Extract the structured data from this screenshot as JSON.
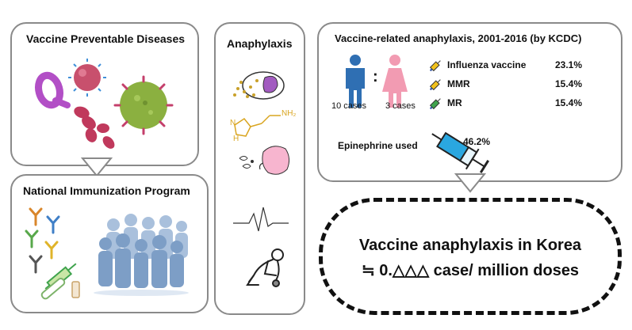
{
  "panels": {
    "vpd": {
      "title": "Vaccine Preventable Diseases"
    },
    "nip": {
      "title": "National Immunization Program"
    },
    "anaphylaxis": {
      "title": "Anaphylaxis"
    },
    "kcdc": {
      "title": "Vaccine-related anaphylaxis, 2001-2016 (by KCDC)",
      "male_cases": "10 cases",
      "female_cases": "3 cases",
      "separator": ":",
      "vaccines": [
        {
          "name": "Influenza vaccine",
          "pct": "23.1%",
          "color": "#f2c21b"
        },
        {
          "name": "MMR",
          "pct": "15.4%",
          "color": "#f2c21b"
        },
        {
          "name": "MR",
          "pct": "15.4%",
          "color": "#3fa34d"
        }
      ],
      "epinephrine_label": "Epinephrine used",
      "epinephrine_pct": "46.2%"
    }
  },
  "conclusion": {
    "line1": "Vaccine anaphylaxis in Korea",
    "line2": "≒ 0.△△△ case/ million doses"
  },
  "histamine_label": "NH₂",
  "histamine_h": "H",
  "histamine_n": "N",
  "colors": {
    "male": "#2f6fb3",
    "female": "#f29bb2",
    "virus_purple": "#b24fc6",
    "bacteria": "#c0395c",
    "green_virus": "#7fa33c",
    "syringe_blue": "#2aa7e0",
    "people": "#9fb8d8"
  }
}
